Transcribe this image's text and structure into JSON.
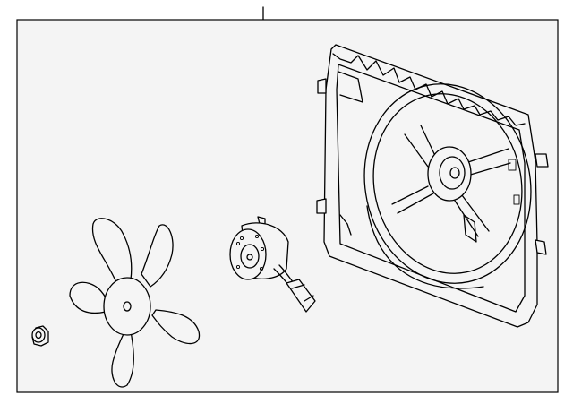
{
  "diagram": {
    "background_color": "#f4f4f4",
    "line_color": "#000000",
    "parts": [
      {
        "id": "fan-shroud",
        "icon": "fan-shroud-icon"
      },
      {
        "id": "fan-motor",
        "icon": "fan-motor-icon"
      },
      {
        "id": "fan-blade",
        "icon": "fan-blade-icon"
      },
      {
        "id": "nut",
        "icon": "nut-icon"
      }
    ]
  }
}
